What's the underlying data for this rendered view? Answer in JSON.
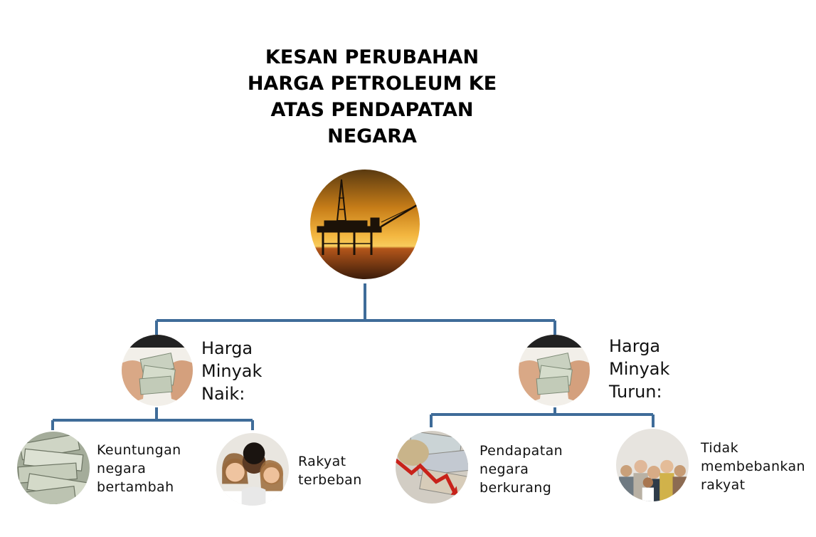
{
  "diagram": {
    "title": "KESAN PERUBAHAN\nHARGA PETROLEUM KE\nATAS PENDAPATAN\nNEGARA",
    "root": {
      "icon": "oil-rig-sunset-icon"
    },
    "branches": [
      {
        "label": "Harga\nMinyak\nNaik:",
        "icon": "money-hands-icon",
        "children": [
          {
            "label": "Keuntungan\nnegara\nbertambah",
            "icon": "money-stack-icon"
          },
          {
            "label": "Rakyat\nterbeban",
            "icon": "happy-people-icon"
          }
        ]
      },
      {
        "label": "Harga\nMinyak\nTurun:",
        "icon": "money-hands-icon",
        "children": [
          {
            "label": "Pendapatan\nnegara\nberkurang",
            "icon": "falling-chart-icon"
          },
          {
            "label": "Tidak\nmembebankan\nrakyat",
            "icon": "group-people-icon"
          }
        ]
      }
    ],
    "colors": {
      "connector": "#3f6c99"
    }
  }
}
